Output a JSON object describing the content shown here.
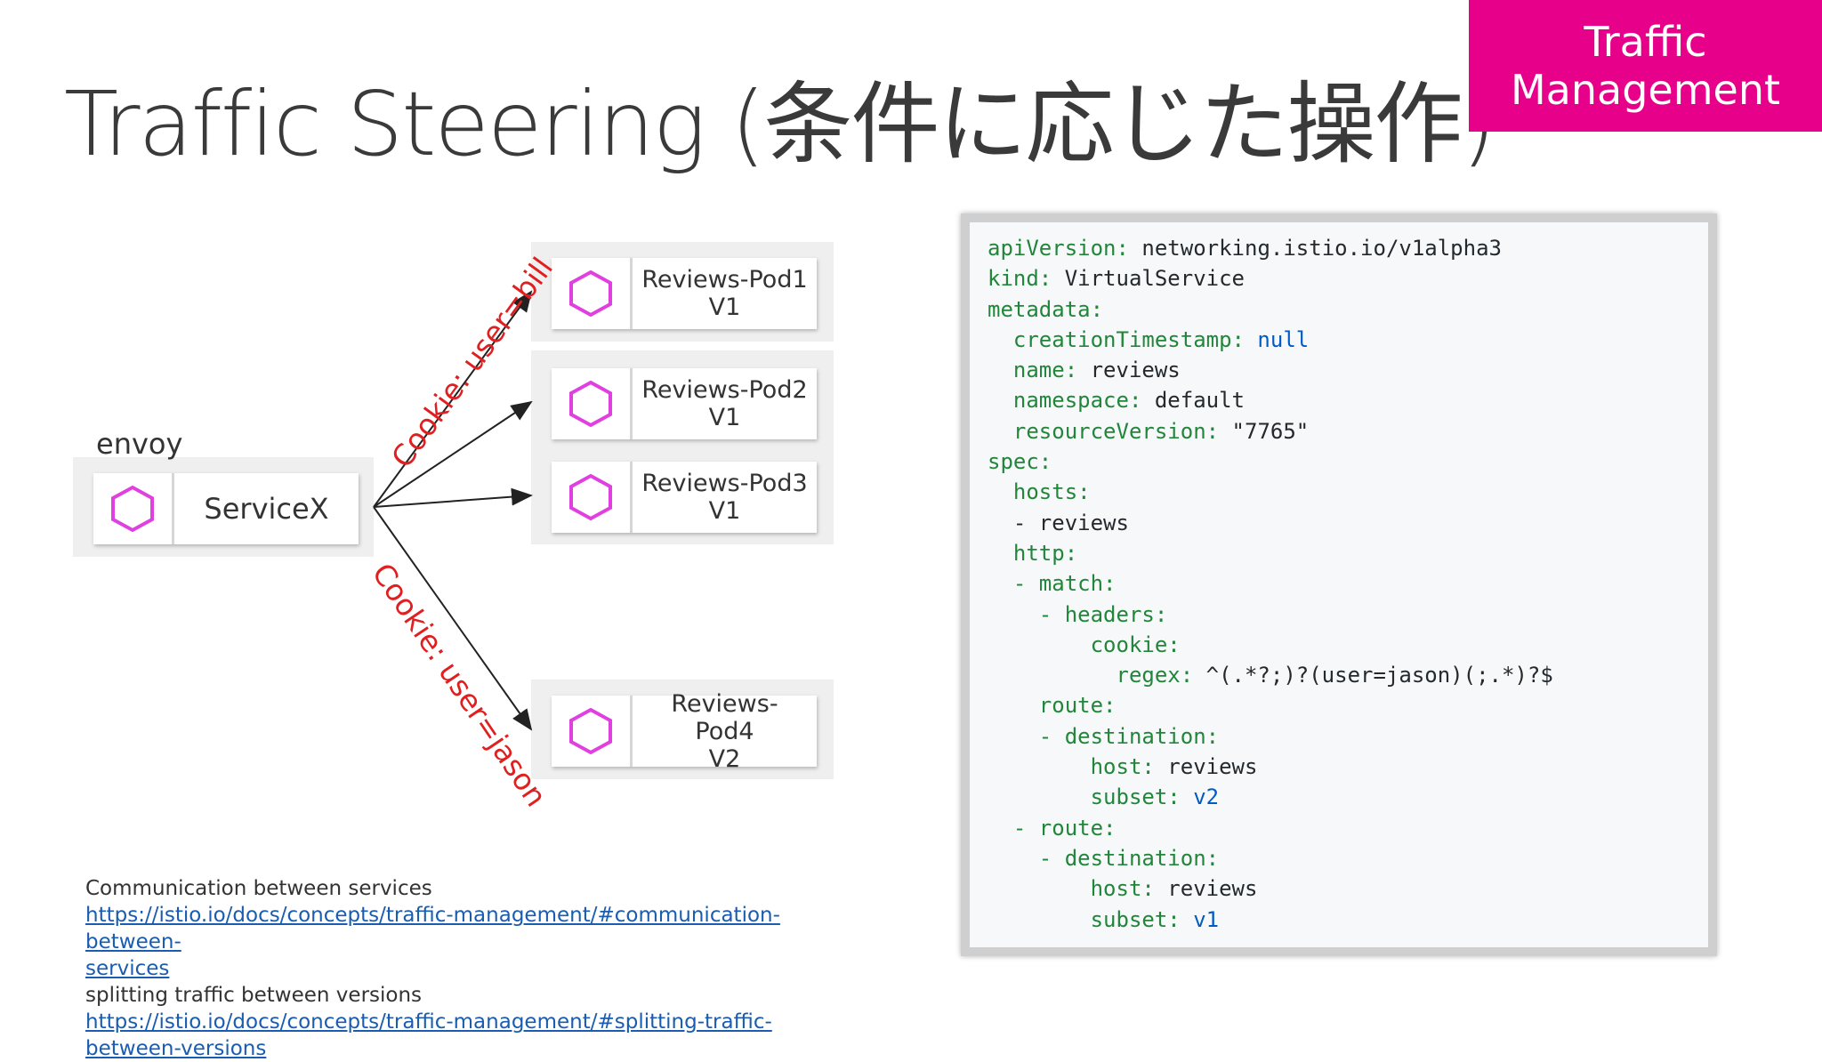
{
  "slide": {
    "title": "Traffic Steering (条件に応じた操作)",
    "tag_line1": "Traffic",
    "tag_line2": "Management",
    "accent_color": "#e6008a"
  },
  "diagram": {
    "envoy_label": "envoy",
    "source": {
      "label": "ServiceX",
      "icon": "hexagon-icon"
    },
    "targets": [
      {
        "line1": "Reviews-Pod1",
        "line2": "V1"
      },
      {
        "line1": "Reviews-Pod2",
        "line2": "V1"
      },
      {
        "line1": "Reviews-Pod3",
        "line2": "V1"
      },
      {
        "line1": "Reviews-",
        "line2": "Pod4",
        "line3": "V2"
      }
    ],
    "edge_labels": {
      "bill": "Cookie: user=bill",
      "jason": "Cookie: user=jason"
    }
  },
  "code_lines": [
    [
      {
        "t": "apiVersion:",
        "c": "k"
      },
      {
        "t": " networking.istio.io/v1alpha3",
        "c": "v"
      }
    ],
    [
      {
        "t": "kind:",
        "c": "k"
      },
      {
        "t": " VirtualService",
        "c": "v"
      }
    ],
    [
      {
        "t": "metadata:",
        "c": "k"
      }
    ],
    [
      {
        "t": "  creationTimestamp:",
        "c": "k"
      },
      {
        "t": " null",
        "c": "n"
      }
    ],
    [
      {
        "t": "  name:",
        "c": "k"
      },
      {
        "t": " reviews",
        "c": "v"
      }
    ],
    [
      {
        "t": "  namespace:",
        "c": "k"
      },
      {
        "t": " default",
        "c": "v"
      }
    ],
    [
      {
        "t": "  resourceVersion:",
        "c": "k"
      },
      {
        "t": " \"7765\"",
        "c": "v"
      }
    ],
    [
      {
        "t": "spec:",
        "c": "k"
      }
    ],
    [
      {
        "t": "  hosts:",
        "c": "k"
      }
    ],
    [
      {
        "t": "  - reviews",
        "c": "v"
      }
    ],
    [
      {
        "t": "  http:",
        "c": "k"
      }
    ],
    [
      {
        "t": "  - match:",
        "c": "k"
      }
    ],
    [
      {
        "t": "    - headers:",
        "c": "k"
      }
    ],
    [
      {
        "t": "        cookie:",
        "c": "k"
      }
    ],
    [
      {
        "t": "          regex:",
        "c": "k"
      },
      {
        "t": " ^(.*?;)?(user=jason)(;.*)?$",
        "c": "v"
      }
    ],
    [
      {
        "t": "    route:",
        "c": "k"
      }
    ],
    [
      {
        "t": "    - destination:",
        "c": "k"
      }
    ],
    [
      {
        "t": "        host:",
        "c": "k"
      },
      {
        "t": " reviews",
        "c": "v"
      }
    ],
    [
      {
        "t": "        subset:",
        "c": "k"
      },
      {
        "t": " v2",
        "c": "n"
      }
    ],
    [
      {
        "t": "  - route:",
        "c": "k"
      }
    ],
    [
      {
        "t": "    - destination:",
        "c": "k"
      }
    ],
    [
      {
        "t": "        host:",
        "c": "k"
      },
      {
        "t": " reviews",
        "c": "v"
      }
    ],
    [
      {
        "t": "        subset:",
        "c": "k"
      },
      {
        "t": " v1",
        "c": "n"
      }
    ]
  ],
  "footer": {
    "comm_label": "Communication between services",
    "comm_link_1": "https://istio.io/docs/concepts/traffic-management/#communication-between-",
    "comm_link_2": "services",
    "split_label": "splitting traffic between versions",
    "split_link": "https://istio.io/docs/concepts/traffic-management/#splitting-traffic-between-versions"
  }
}
